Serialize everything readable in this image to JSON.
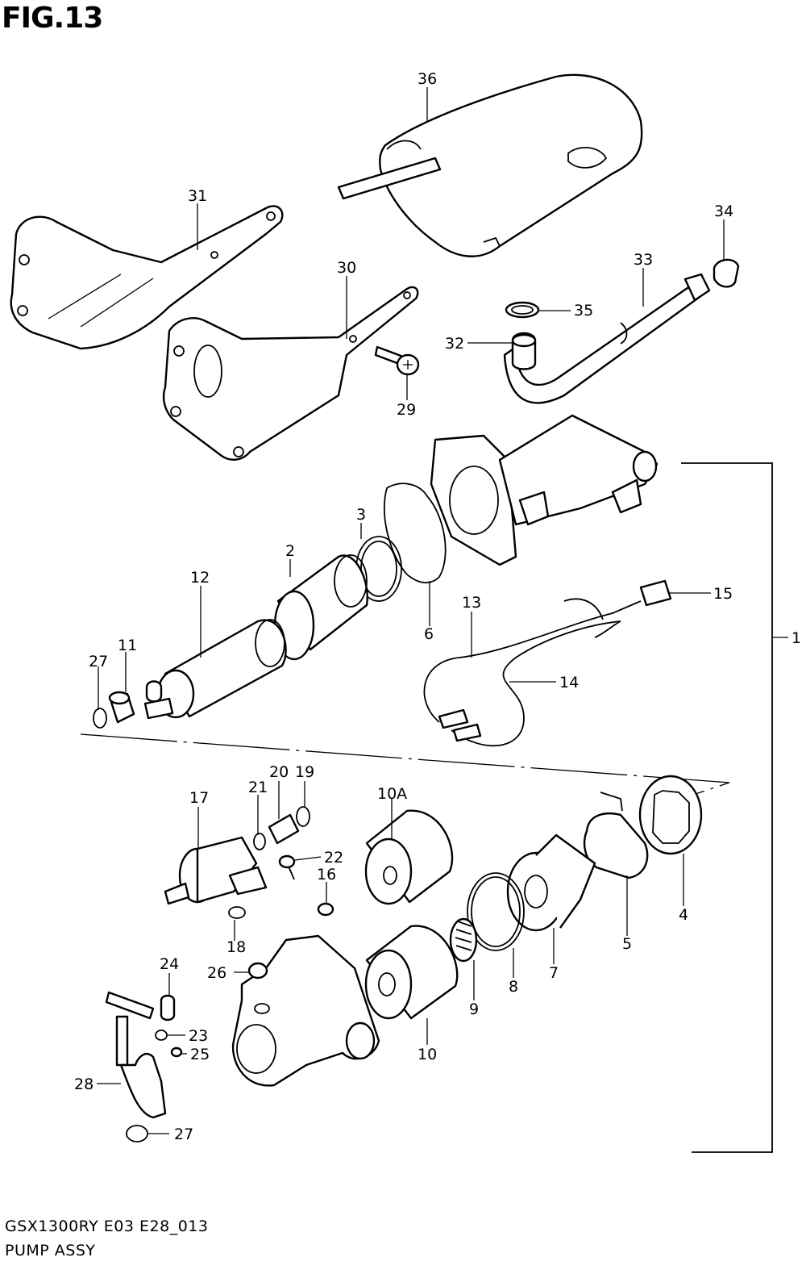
{
  "figure": {
    "title": "FIG.13",
    "code": "GSX1300RY E03 E28_013",
    "name": "PUMP ASSY"
  },
  "callouts": {
    "p1": "1",
    "p2": "2",
    "p3": "3",
    "p4": "4",
    "p5": "5",
    "p6": "6",
    "p7": "7",
    "p8": "8",
    "p9": "9",
    "p10": "10",
    "p10a": "10A",
    "p11": "11",
    "p12": "12",
    "p13": "13",
    "p14": "14",
    "p15": "15",
    "p16": "16",
    "p17": "17",
    "p18": "18",
    "p19": "19",
    "p20": "20",
    "p21": "21",
    "p22": "22",
    "p23": "23",
    "p24": "24",
    "p25": "25",
    "p26": "26",
    "p27a": "27",
    "p27b": "27",
    "p28": "28",
    "p29": "29",
    "p30": "30",
    "p31": "31",
    "p32": "32",
    "p33": "33",
    "p34": "34",
    "p35": "35",
    "p36": "36"
  }
}
